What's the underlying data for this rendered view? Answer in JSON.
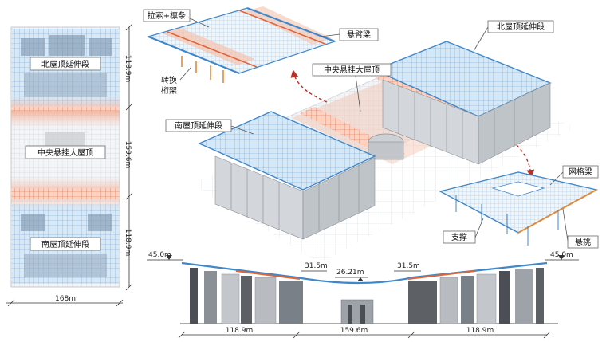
{
  "colors": {
    "steel_blue": "#3f87c9",
    "light_blue": "#a9cdea",
    "orange": "#e0643a",
    "light_orange": "#f3b29a",
    "building_gray": "#bcc0c4",
    "dark_gray": "#5d6166",
    "arrow_red": "#b4322a"
  },
  "plan": {
    "north_label": "北屋顶延伸段",
    "center_label": "中央悬挂大屋顶",
    "south_label": "南屋顶延伸段",
    "dim_north": "118.9m",
    "dim_center": "159.6m",
    "dim_south": "118.9m",
    "dim_width": "168m"
  },
  "top_detail": {
    "cable_label": "拉索+檩条",
    "cantilever_label": "悬臂梁",
    "truss_label_line1": "转换",
    "truss_label_line2": "桁架"
  },
  "axon": {
    "north_label": "北屋顶延伸段",
    "center_label": "中央悬挂大屋顶",
    "south_label": "南屋顶延伸段"
  },
  "right_detail": {
    "grid_beam_label": "网格梁",
    "support_label": "支撑",
    "overhang_label": "悬挑"
  },
  "section": {
    "elev_left": "45.0m",
    "elev_right": "45.0m",
    "elev_mid_left": "31.5m",
    "elev_mid_right": "31.5m",
    "elev_center": "26.21m",
    "dim_left": "118.9m",
    "dim_center": "159.6m",
    "dim_right": "118.9m"
  }
}
